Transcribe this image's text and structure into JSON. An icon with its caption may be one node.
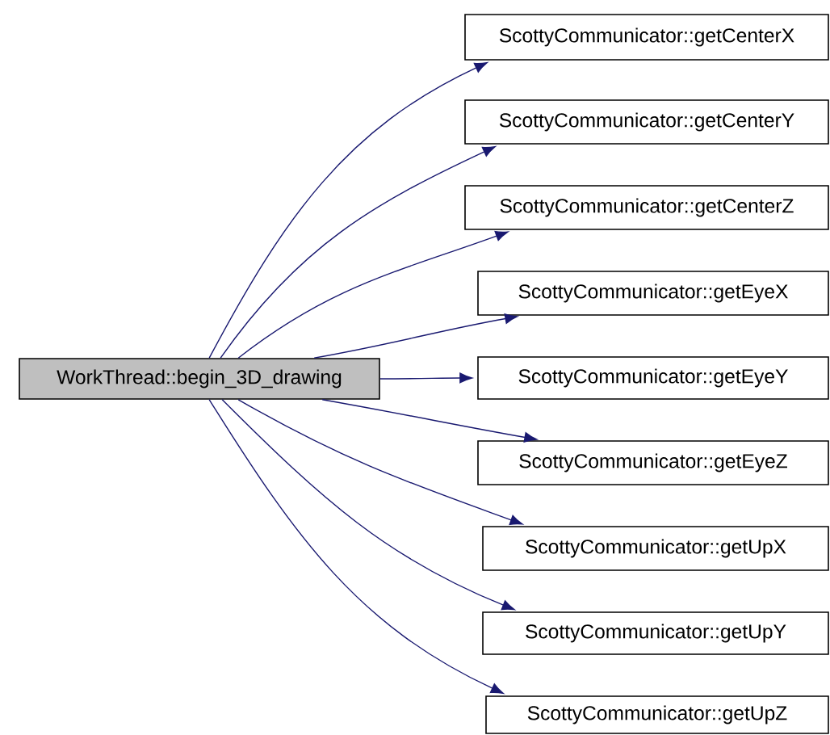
{
  "diagram": {
    "nodes": [
      {
        "text": [
          "WorkThread::begin_3D_drawing"
        ]
      },
      {
        "text": [
          "ScottyCommunicator::getCenterX"
        ]
      },
      {
        "text": [
          "ScottyCommunicator::getCenterY"
        ]
      },
      {
        "text": [
          "ScottyCommunicator::getCenterZ"
        ]
      },
      {
        "text": [
          "ScottyCommunicator::getEyeX"
        ]
      },
      {
        "text": [
          "ScottyCommunicator::getEyeY"
        ]
      },
      {
        "text": [
          "ScottyCommunicator::getEyeZ"
        ]
      },
      {
        "text": [
          "ScottyCommunicator::getUpX"
        ]
      },
      {
        "text": [
          "ScottyCommunicator::getUpY"
        ]
      },
      {
        "text": [
          "ScottyCommunicator::getUpZ"
        ]
      }
    ],
    "edges": [
      {
        "from": 0,
        "to": 1,
        "arrow": "to"
      },
      {
        "from": 0,
        "to": 2,
        "arrow": "to"
      },
      {
        "from": 0,
        "to": 3,
        "arrow": "to"
      },
      {
        "from": 0,
        "to": 4,
        "arrow": "to"
      },
      {
        "from": 0,
        "to": 5,
        "arrow": "to"
      },
      {
        "from": 0,
        "to": 6,
        "arrow": "to"
      },
      {
        "from": 0,
        "to": 7,
        "arrow": "to"
      },
      {
        "from": 0,
        "to": 8,
        "arrow": "to"
      },
      {
        "from": 0,
        "to": 9,
        "arrow": "to"
      }
    ]
  }
}
